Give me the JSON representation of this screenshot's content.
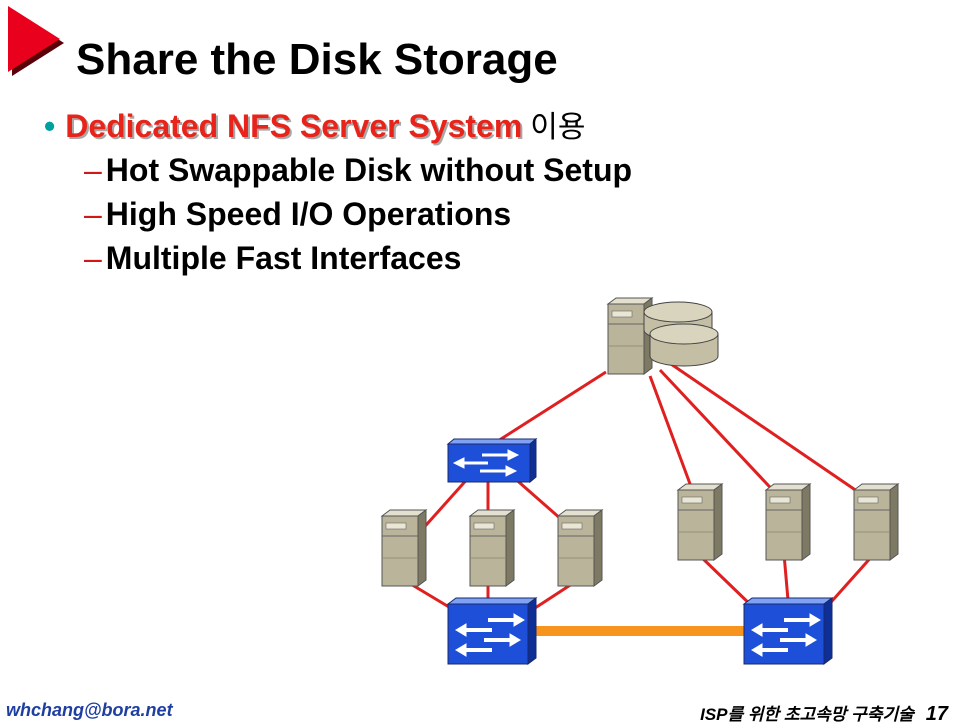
{
  "slide": {
    "title": "Share the Disk Storage",
    "bullet": {
      "highlight": "Dedicated NFS Server System",
      "suffix": "이용"
    },
    "sub_items": [
      {
        "dash": "–",
        "text": "Hot Swappable Disk without Setup"
      },
      {
        "dash": "–",
        "text": "High Speed I/O Operations"
      },
      {
        "dash": "–",
        "text": "Multiple Fast Interfaces"
      }
    ]
  },
  "footer": {
    "email": "whchang@bora.net",
    "course": "ISP를 위한 초고속망 구축기술",
    "page": "17"
  },
  "colors": {
    "marker": "#e8001c",
    "link_red": "#e02020",
    "link_orange": "#f7941d",
    "switch_blue": "#1e4fd8",
    "server_tan": "#b9b49a"
  },
  "icons": [
    "slide-marker-icon",
    "nfs-server-icon",
    "disk-stack-icon",
    "switch-icon",
    "server-icon"
  ]
}
